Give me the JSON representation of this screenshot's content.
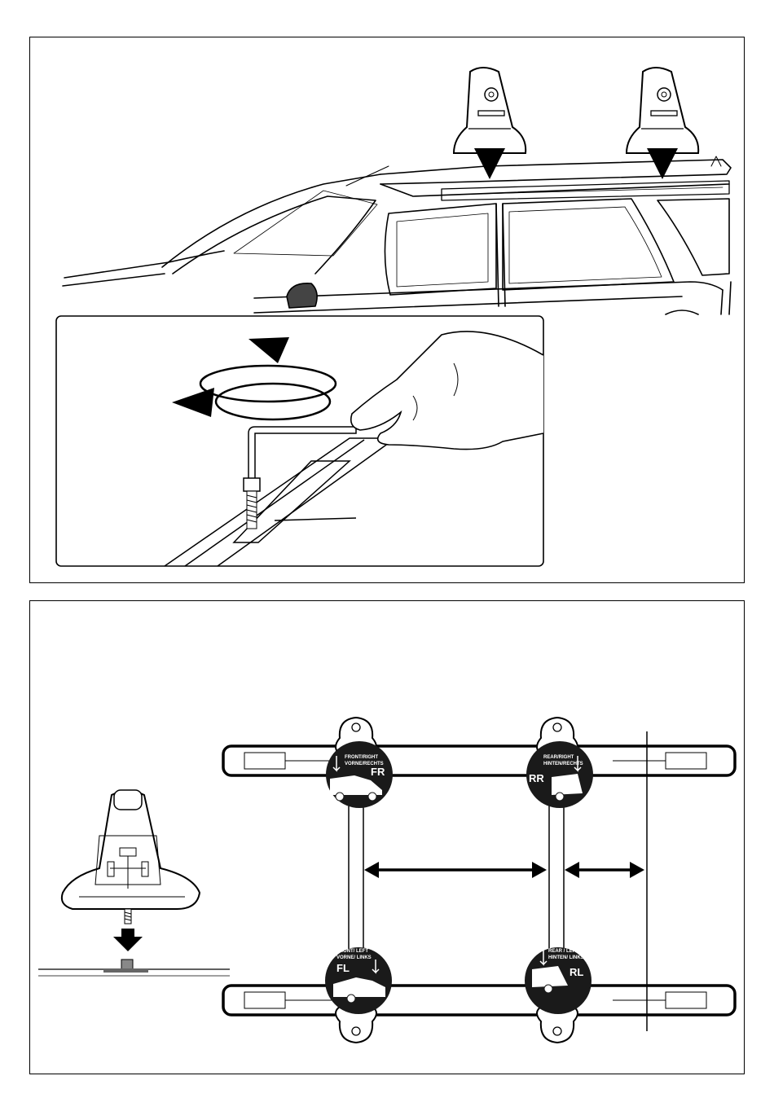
{
  "labels": {
    "front_right": {
      "line1": "FRONT/RIGHT",
      "line2": "VORNE/RECHTS",
      "code": "FR"
    },
    "rear_right": {
      "line1": "REAR/RIGHT",
      "line2": "HINTEN/RECHTS",
      "code": "RR"
    },
    "front_left": {
      "line1": "FRONT/ LEFT",
      "line2": "VORNE/ LINKS",
      "code": "FL"
    },
    "rear_left": {
      "line1": "REAR / LEFT",
      "line2": "HINTEN/ LINKS",
      "code": "RL"
    }
  },
  "colors": {
    "line": "#000000",
    "background": "#ffffff",
    "badge": "#1a1a1a"
  }
}
